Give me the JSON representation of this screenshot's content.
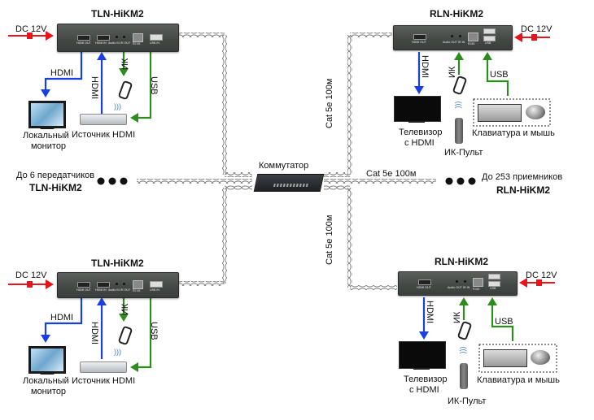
{
  "diagram": {
    "title_top_tx": "TLN-HiKM2",
    "title_bottom_tx": "TLN-HiKM2",
    "title_top_rx": "RLN-HiKM2",
    "title_bottom_rx": "RLN-HiKM2",
    "power_label": "DC 12V",
    "tx_ports": [
      "HDMI OUT",
      "HDMI IN",
      "Audio IN",
      "IR OUT",
      "RJ 45",
      "USB IN"
    ],
    "rx_ports": [
      "HDMI OUT",
      "Audio OUT",
      "IR IN",
      "RJ45",
      "USB"
    ],
    "link_labels": {
      "hdmi": "HDMI",
      "ir": "ИК",
      "usb": "USB"
    },
    "tx_devices": {
      "monitor_line1": "Локальный",
      "monitor_line2": "монитор",
      "source": "Источник HDMI"
    },
    "rx_devices": {
      "tv_line1": "Телевизор",
      "tv_line2": "с HDMI",
      "remote": "ИК-Пульт",
      "kbm": "Клавиатура и мышь"
    },
    "switch": {
      "label": "Коммутатор"
    },
    "cable_label": "Cat 5e 100м",
    "left_note": {
      "line1": "До 6 передатчиков",
      "line2": "TLN-HiKM2"
    },
    "right_note": {
      "line1": "До 253 приемников",
      "line2": "RLN-HiKM2"
    }
  },
  "colors": {
    "power": "#e8141b",
    "hdmi": "#1a3fe0",
    "ir_usb": "#2e8b1e",
    "device": "#4a4f4c",
    "cable": "#8a8a8a"
  }
}
